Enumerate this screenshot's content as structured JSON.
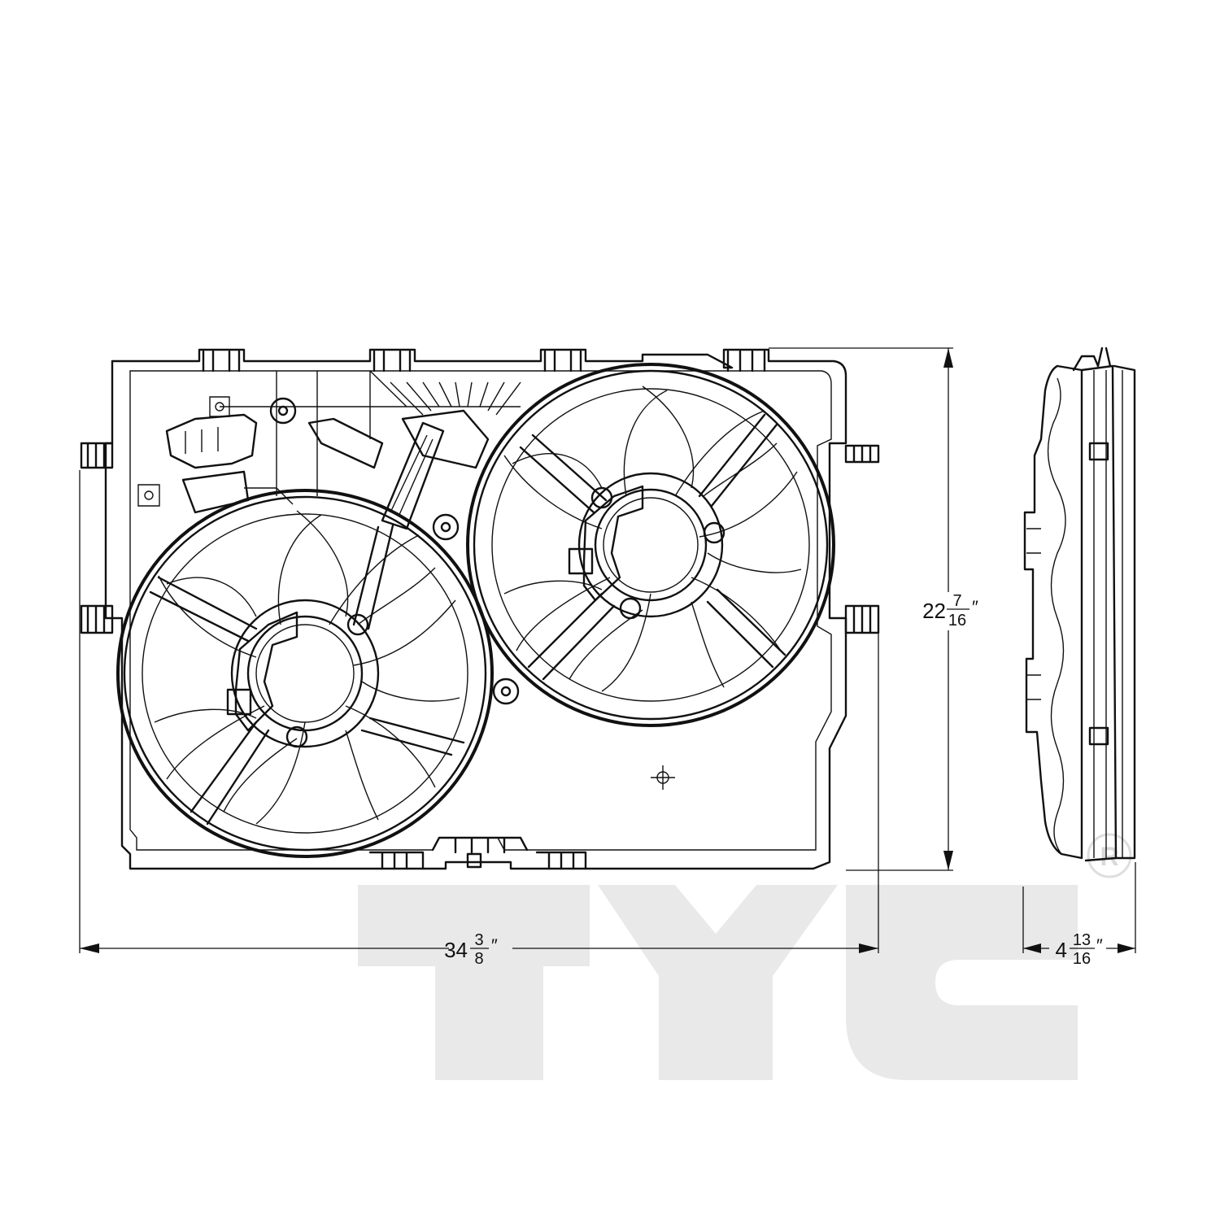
{
  "watermark": {
    "letters": [
      "T",
      "Y",
      "C"
    ],
    "mark": "R",
    "color": "#e9e9e9"
  },
  "dimensions": {
    "width": {
      "whole": "34",
      "num": "3",
      "den": "8",
      "unit": "″"
    },
    "height": {
      "whole": "22",
      "num": "7",
      "den": "16",
      "unit": "″"
    },
    "depth": {
      "whole": "4",
      "num": "13",
      "den": "16",
      "unit": "″"
    }
  },
  "colors": {
    "line": "#111111",
    "background": "#ffffff"
  }
}
